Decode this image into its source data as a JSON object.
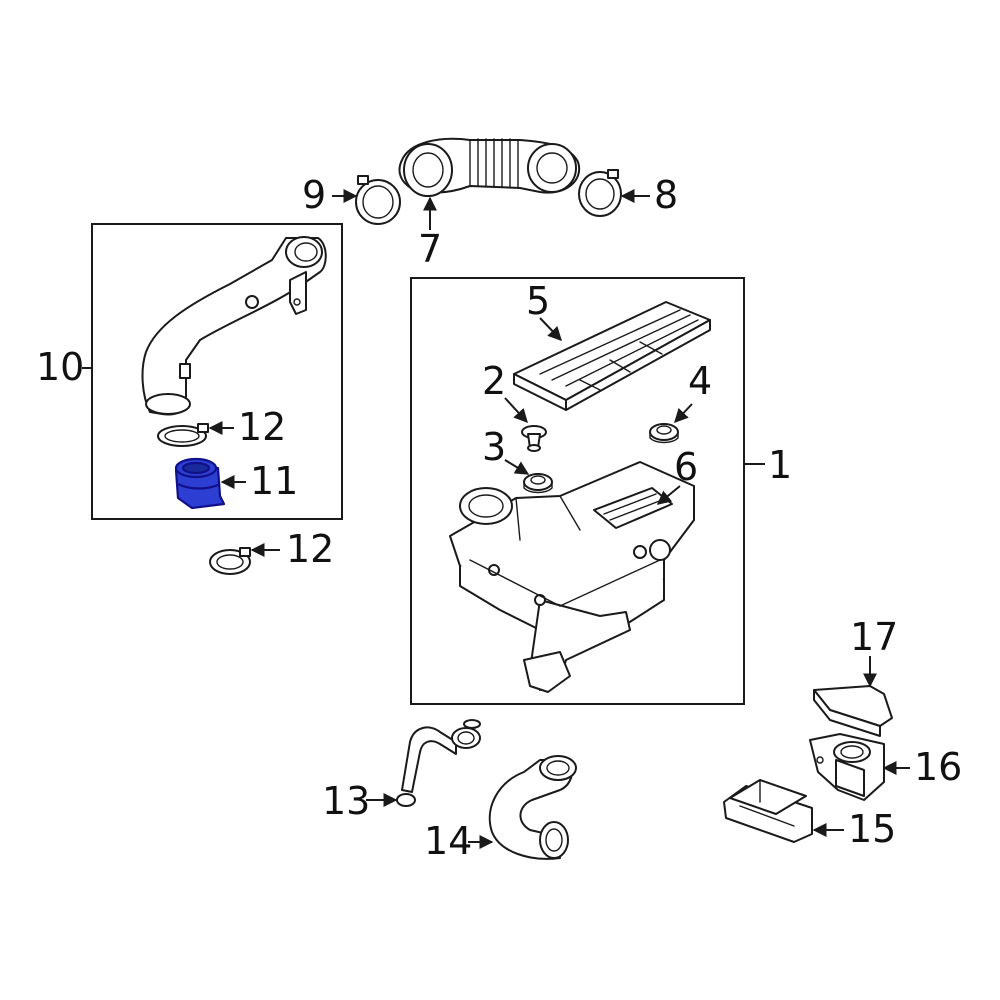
{
  "callouts": {
    "c1": "1",
    "c2": "2",
    "c3": "3",
    "c4": "4",
    "c5": "5",
    "c6": "6",
    "c7": "7",
    "c8": "8",
    "c9": "9",
    "c10": "10",
    "c11": "11",
    "c12a": "12",
    "c12b": "12",
    "c13": "13",
    "c14": "14",
    "c15": "15",
    "c16": "16",
    "c17": "17"
  },
  "colors": {
    "highlight_part": "#2d3fd2",
    "line": "#1a1a1a",
    "background": "#ffffff"
  },
  "highlighted_part": "11"
}
